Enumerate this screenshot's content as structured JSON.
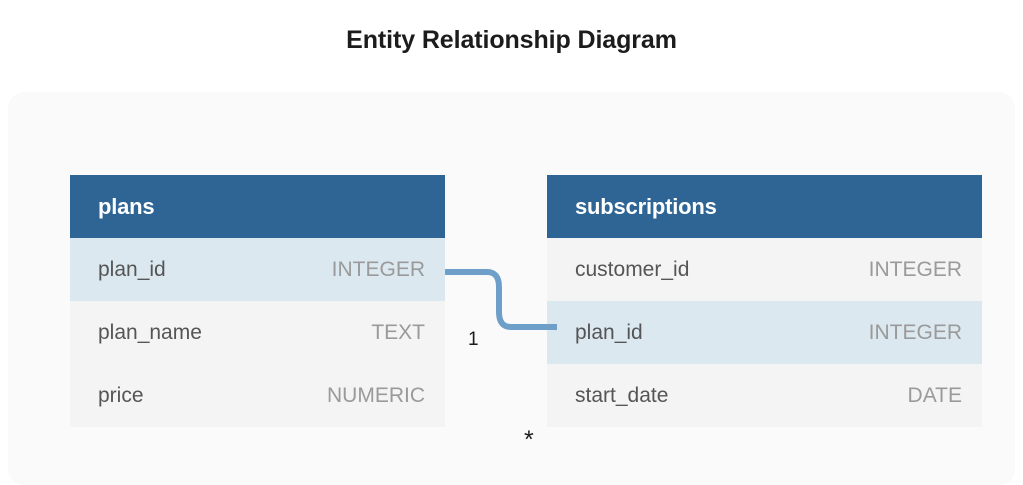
{
  "page": {
    "title": "Entity Relationship Diagram"
  },
  "colors": {
    "header_blue": "#2e6594",
    "highlight_row": "#dce8f0",
    "normal_row": "#f4f4f4",
    "connector_blue": "#6d9fc9",
    "canvas_bg": "#fafafa",
    "column_name_text": "#555555",
    "column_type_text": "#9a9a9a",
    "title_text": "#1c1c1c"
  },
  "entities": [
    {
      "id": "plans",
      "name": "plans",
      "columns": [
        {
          "name": "plan_id",
          "type": "INTEGER",
          "highlighted": true
        },
        {
          "name": "plan_name",
          "type": "TEXT",
          "highlighted": false
        },
        {
          "name": "price",
          "type": "NUMERIC",
          "highlighted": false
        }
      ]
    },
    {
      "id": "subscriptions",
      "name": "subscriptions",
      "columns": [
        {
          "name": "customer_id",
          "type": "INTEGER",
          "highlighted": false
        },
        {
          "name": "plan_id",
          "type": "INTEGER",
          "highlighted": true
        },
        {
          "name": "start_date",
          "type": "DATE",
          "highlighted": false
        }
      ]
    }
  ],
  "relationships": [
    {
      "from_entity": "plans",
      "from_column": "plan_id",
      "to_entity": "subscriptions",
      "to_column": "plan_id",
      "source_cardinality": "1",
      "target_cardinality": "*"
    }
  ]
}
